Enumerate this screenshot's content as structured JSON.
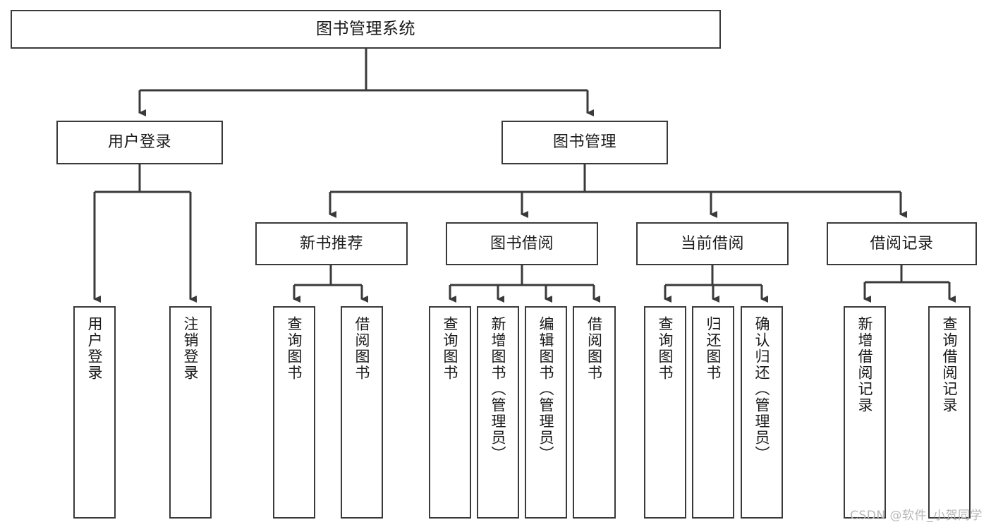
{
  "diagram": {
    "title": "图书管理系统",
    "type": "tree-hierarchy",
    "watermark": "CSDN @软件_小贺同学",
    "colors": {
      "box_border": "#3a3a3a",
      "box_fill": "#ffffff",
      "connector": "#3a3a3a",
      "text": "#1a1a1a",
      "watermark": "#b7b7b7",
      "background": "#ffffff"
    }
  },
  "nodes": {
    "root": {
      "label": "图书管理系统"
    },
    "level2": [
      {
        "id": "user-login",
        "label": "用户登录"
      },
      {
        "id": "book-manage",
        "label": "图书管理"
      }
    ],
    "level3": [
      {
        "id": "new-book-rec",
        "label": "新书推荐"
      },
      {
        "id": "book-borrow",
        "label": "图书借阅"
      },
      {
        "id": "current-borrow",
        "label": "当前借阅"
      },
      {
        "id": "borrow-record",
        "label": "借阅记录"
      }
    ],
    "leaves": {
      "user_login": [
        {
          "id": "leaf-user-login",
          "label": "用户登录"
        },
        {
          "id": "leaf-logout",
          "label": "注销登录"
        }
      ],
      "new_book_rec": [
        {
          "id": "leaf-query-book-1",
          "label": "查询图书"
        },
        {
          "id": "leaf-borrow-book-1",
          "label": "借阅图书"
        }
      ],
      "book_borrow": [
        {
          "id": "leaf-query-book-2",
          "label": "查询图书"
        },
        {
          "id": "leaf-add-book",
          "label": "新增图书（管理员）"
        },
        {
          "id": "leaf-edit-book",
          "label": "编辑图书（管理员）"
        },
        {
          "id": "leaf-borrow-book-2",
          "label": "借阅图书"
        }
      ],
      "current_borrow": [
        {
          "id": "leaf-query-book-3",
          "label": "查询图书"
        },
        {
          "id": "leaf-return-book",
          "label": "归还图书"
        },
        {
          "id": "leaf-confirm-return",
          "label": "确认归还（管理员）"
        }
      ],
      "borrow_record": [
        {
          "id": "leaf-add-record",
          "label": "新增借阅记录"
        },
        {
          "id": "leaf-query-record",
          "label": "查询借阅记录"
        }
      ]
    }
  }
}
